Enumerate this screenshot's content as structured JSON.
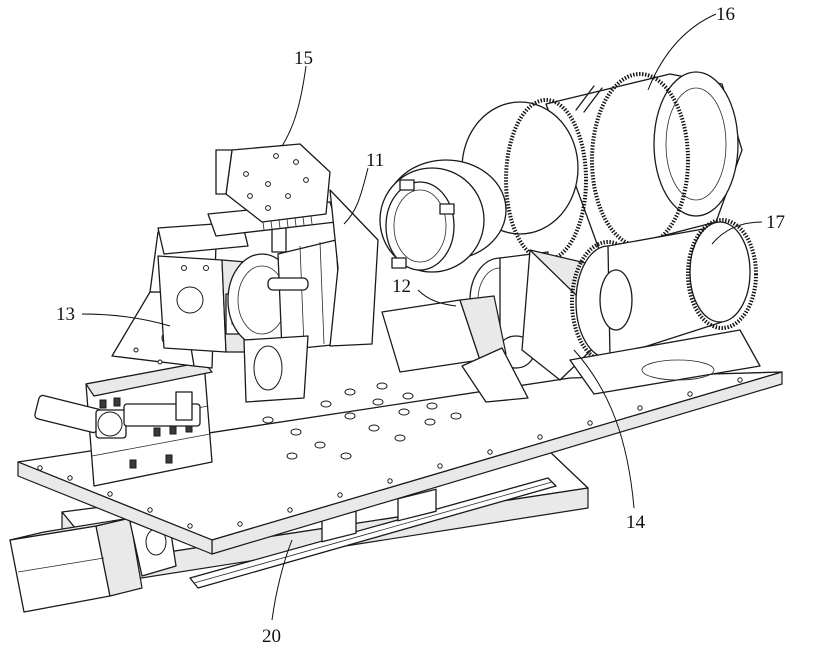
{
  "labels": {
    "l11": "11",
    "l12": "12",
    "l13": "13",
    "l14": "14",
    "l15": "15",
    "l16": "16",
    "l17": "17",
    "l20": "20"
  }
}
